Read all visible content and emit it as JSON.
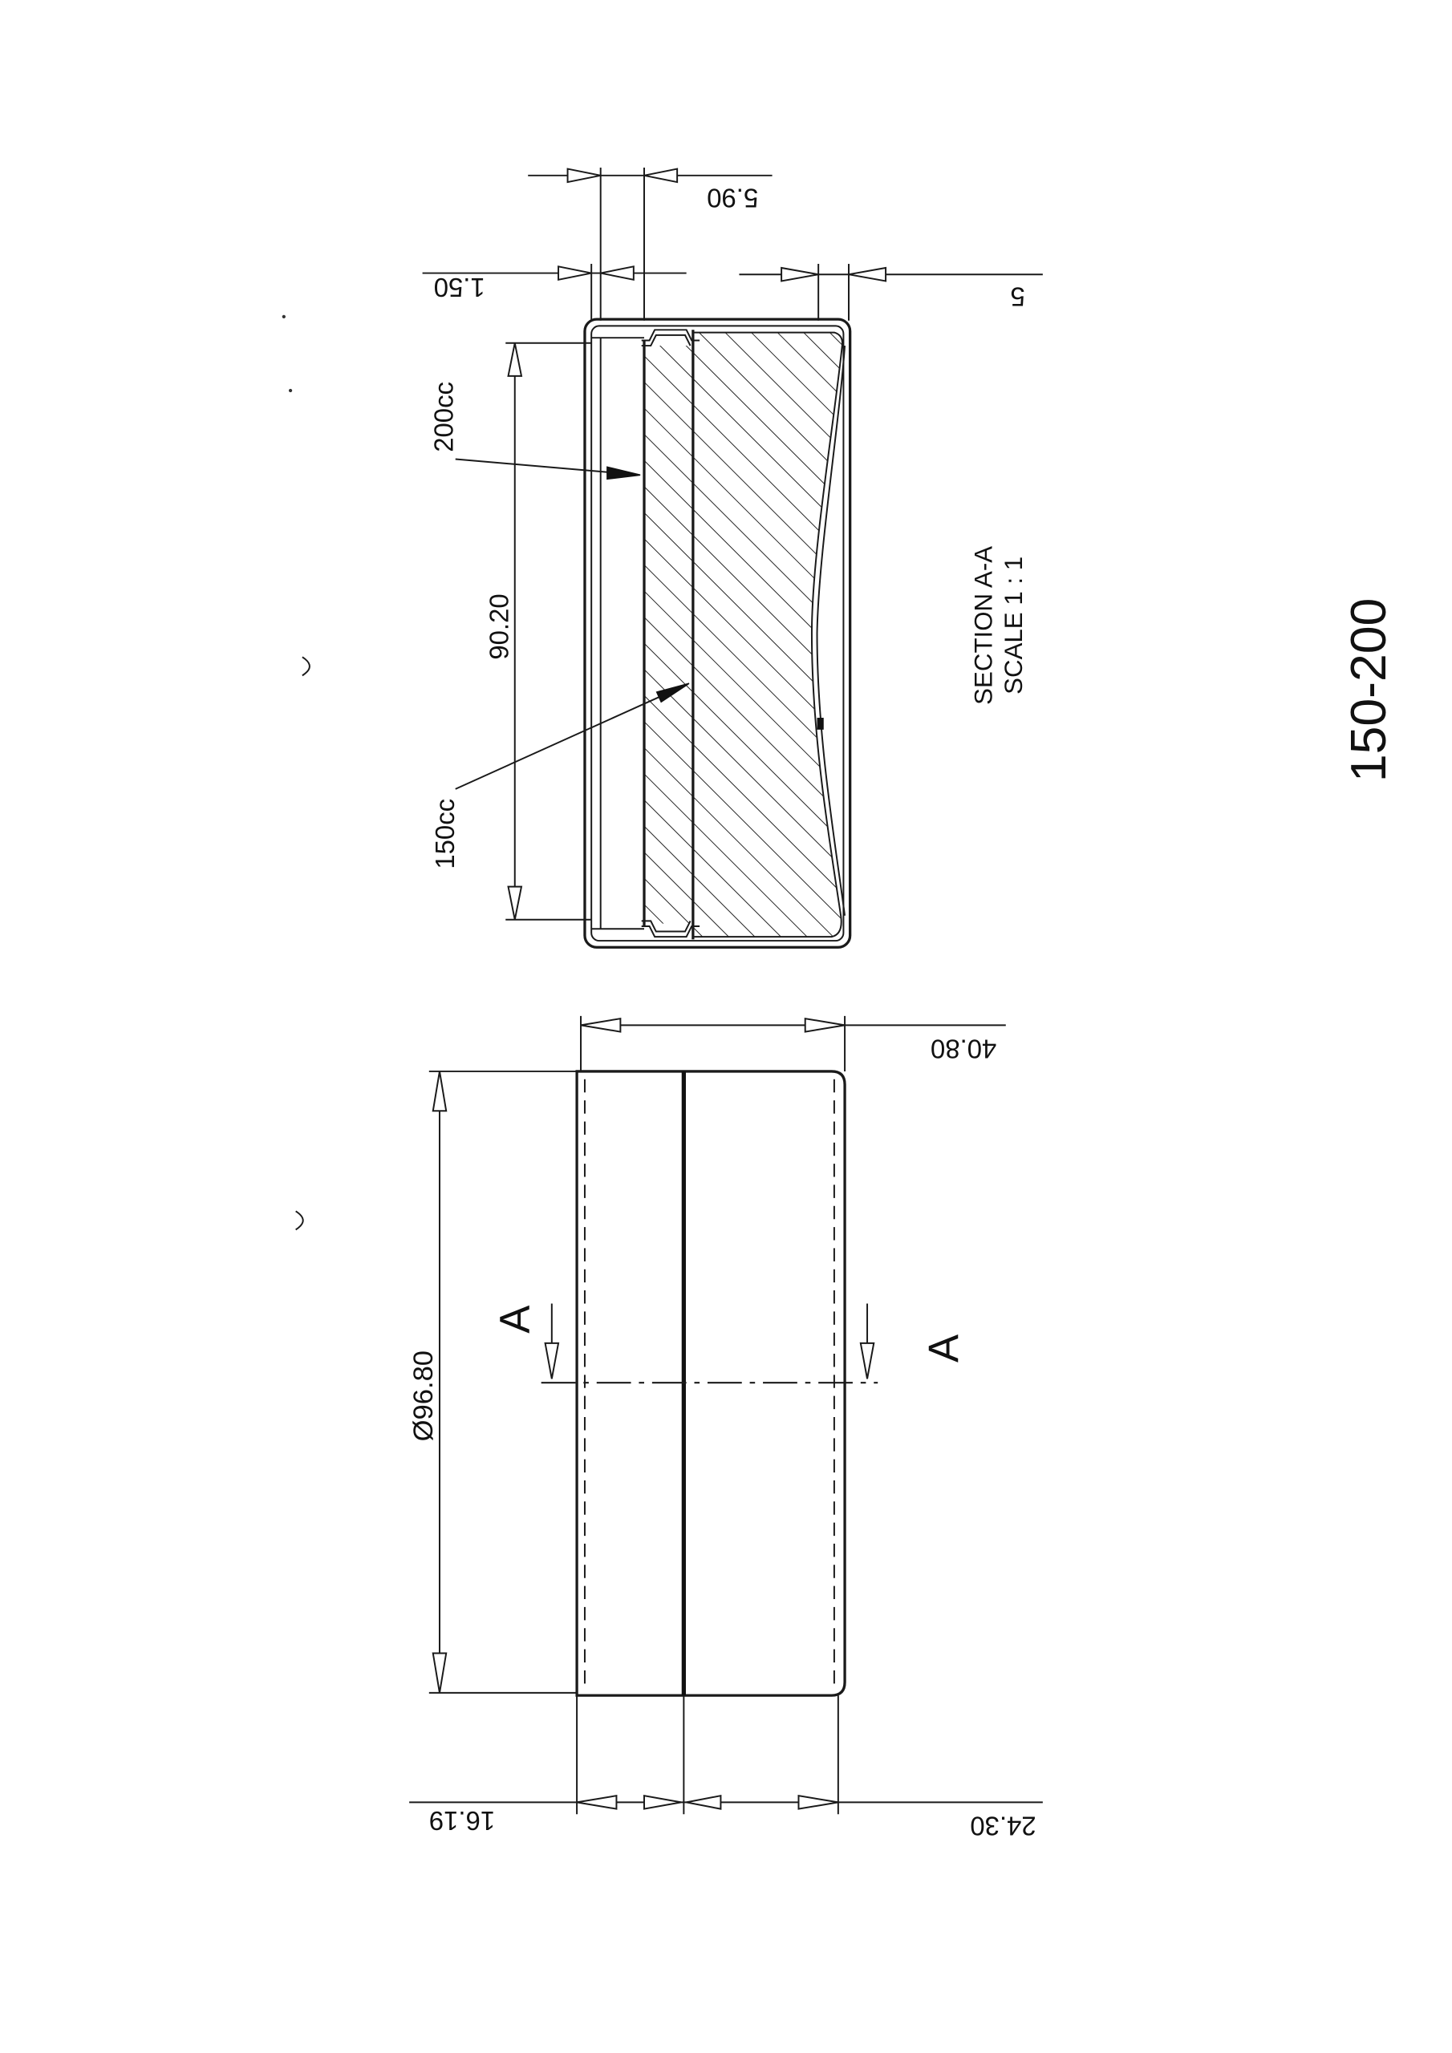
{
  "drawing_number": "150-200",
  "section_view": {
    "title": "SECTION A-A",
    "scale": "SCALE 1 : 1",
    "leaders": {
      "upper": "200cc",
      "lower": "150cc"
    },
    "dimensions": {
      "height": "90.20",
      "wall": "1.50",
      "lid": "5.90",
      "base": "5"
    }
  },
  "front_view": {
    "section_marker_left": "A",
    "section_marker_right": "A",
    "dimensions": {
      "diameter": "Ø96.80",
      "height": "40.80",
      "left_segment": "16.19",
      "right_segment": "24.30"
    }
  }
}
